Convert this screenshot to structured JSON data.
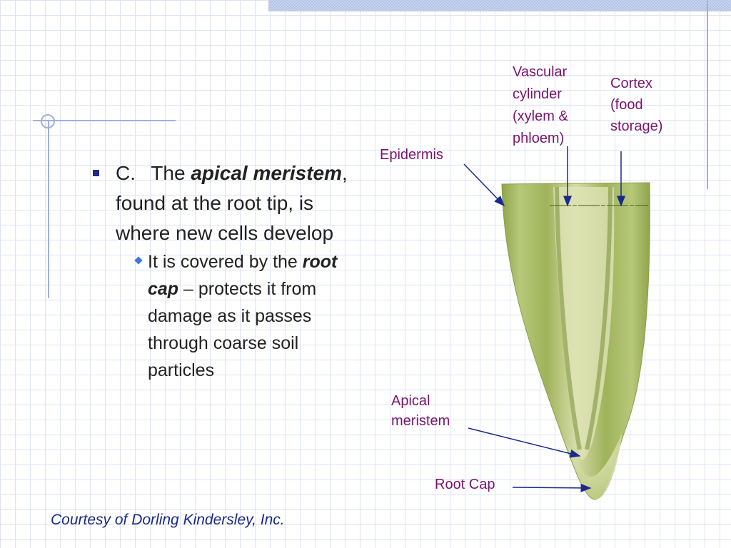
{
  "slide": {
    "bullet1": {
      "label": "C.",
      "pre": "The",
      "emph": "apical meristem",
      "post": ", found at the root tip, is where new cells develop"
    },
    "bullet2": {
      "pre": "It is covered by the",
      "emph": "root cap",
      "post": " – protects it from damage as it passes through coarse soil particles"
    },
    "courtesy": "Courtesy of Dorling Kindersley, Inc."
  },
  "diagram_labels": {
    "vascular": [
      "Vascular",
      "cylinder",
      "(xylem &",
      "phloem)"
    ],
    "cortex": [
      "Cortex",
      "(food",
      "storage)"
    ],
    "epidermis": "Epidermis",
    "apical": [
      "Apical",
      "meristem"
    ],
    "root_cap": "Root Cap"
  },
  "colors": {
    "label_text": "#7a1470",
    "arrow": "#1a2a8c",
    "tissue": "#b7c87a"
  }
}
